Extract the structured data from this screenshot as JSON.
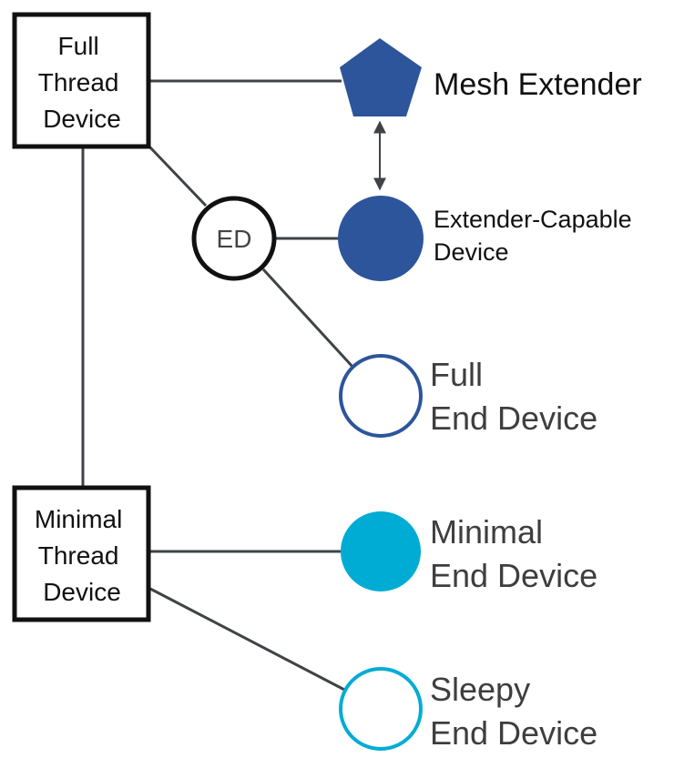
{
  "colors": {
    "connector": "#3f4347",
    "box_border": "#111111",
    "dark_blue": "#2c559b",
    "light_blue": "#00acd4"
  },
  "nodes": {
    "full_thread_device": {
      "lines": [
        "Full",
        "Thread",
        "Device"
      ]
    },
    "minimal_thread_device": {
      "lines": [
        "Minimal",
        "Thread",
        "Device"
      ]
    },
    "ed_node": {
      "label": "ED"
    },
    "mesh_extender": {
      "label": "Mesh Extender",
      "shape": "pentagon-icon"
    },
    "extender_capable_device": {
      "lines": [
        "Extender-Capable",
        "Device"
      ],
      "shape": "filled-circle-icon"
    },
    "full_end_device": {
      "lines": [
        "Full",
        "End Device"
      ],
      "shape": "outline-circle-icon"
    },
    "minimal_end_device": {
      "lines": [
        "Minimal",
        "End Device"
      ],
      "shape": "filled-circle-icon"
    },
    "sleepy_end_device": {
      "lines": [
        "Sleepy",
        "End Device"
      ],
      "shape": "outline-circle-icon"
    }
  }
}
